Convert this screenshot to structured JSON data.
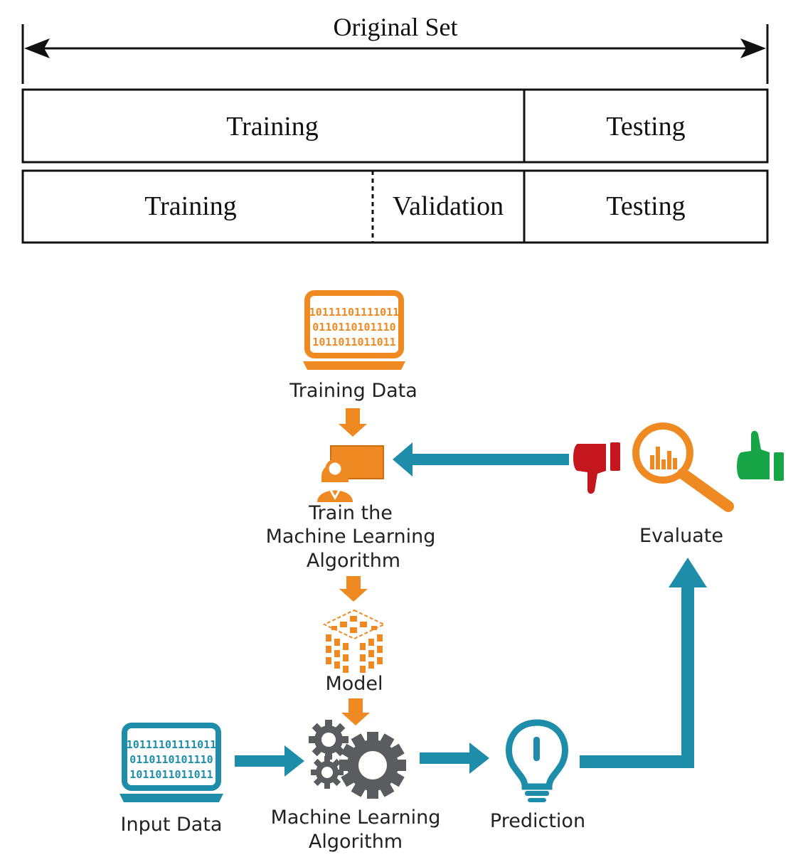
{
  "split": {
    "original_set_label": "Original Set",
    "row1": {
      "training": "Training",
      "testing": "Testing"
    },
    "row2": {
      "training": "Training",
      "validation": "Validation",
      "testing": "Testing"
    }
  },
  "flow": {
    "training_data_label": "Training Data",
    "train_label": [
      "Train the",
      "Machine Learning",
      "Algorithm"
    ],
    "model_label": "Model",
    "input_data_label": "Input Data",
    "ml_algorithm_label": [
      "Machine Learning",
      "Algorithm"
    ],
    "prediction_label": "Prediction",
    "evaluate_label": "Evaluate",
    "binary_lines": [
      "10111101111011",
      "0110110101110",
      "1011011011011"
    ]
  },
  "colors": {
    "orange": "#EF8A22",
    "teal": "#1E8DAA",
    "gray": "#5B5C5F",
    "red": "#C4161C",
    "green": "#18A548"
  },
  "icons": [
    "laptop-icon",
    "teacher-icon",
    "cube-model-icon",
    "gears-icon",
    "lightbulb-icon",
    "magnifier-icon",
    "thumbs-down-icon",
    "thumbs-up-icon"
  ]
}
